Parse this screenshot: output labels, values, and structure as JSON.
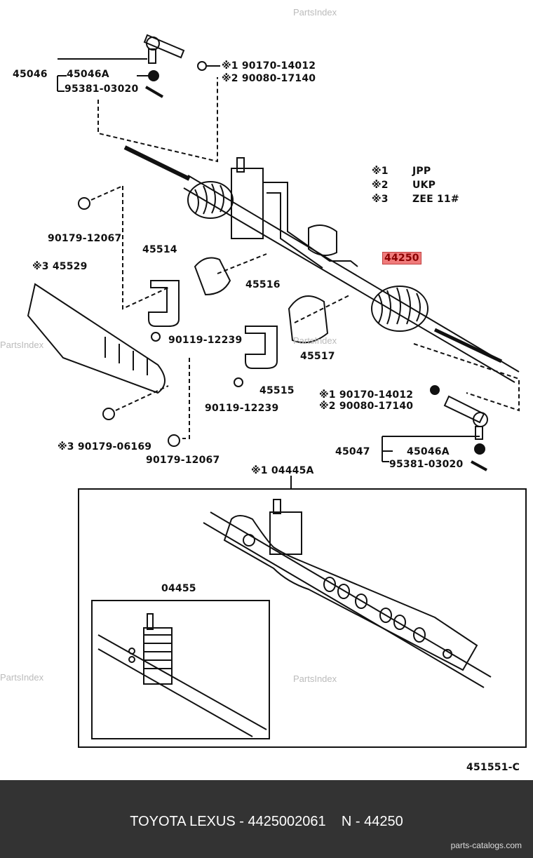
{
  "watermark": "PartsIndex",
  "labels": {
    "l45046": "45046",
    "l45046A_top": "45046A",
    "l95381_top": "95381-03020",
    "n1_top": "※1 90170-14012",
    "n2_top": "※2 90080-17140",
    "l90179_12067_a": "90179-12067",
    "l45514": "45514",
    "l45529": "※3 45529",
    "l44250": "44250",
    "l45516": "45516",
    "l90119_a": "90119-12239",
    "l45517": "45517",
    "l45515": "45515",
    "l90119_b": "90119-12239",
    "n1_bot": "※1 90170-14012",
    "n2_bot": "※2 90080-17140",
    "l90179_06169": "※3 90179-06169",
    "l90179_12067_b": "90179-12067",
    "l45047": "45047",
    "l45046A_bot": "45046A",
    "l95381_bot": "95381-03020",
    "l04445A": "※1  04445A",
    "l04455": "04455",
    "diagram_code": "451551-C"
  },
  "legend": [
    {
      "mark": "※1",
      "code": "JPP"
    },
    {
      "mark": "※2",
      "code": "UKP"
    },
    {
      "mark": "※3",
      "code": "ZEE  11#"
    }
  ],
  "highlight_color": "#f07b7b",
  "footer": {
    "title": "TOYOTA LEXUS - 4425002061    N - 44250",
    "site": "parts-catalogs.com"
  }
}
